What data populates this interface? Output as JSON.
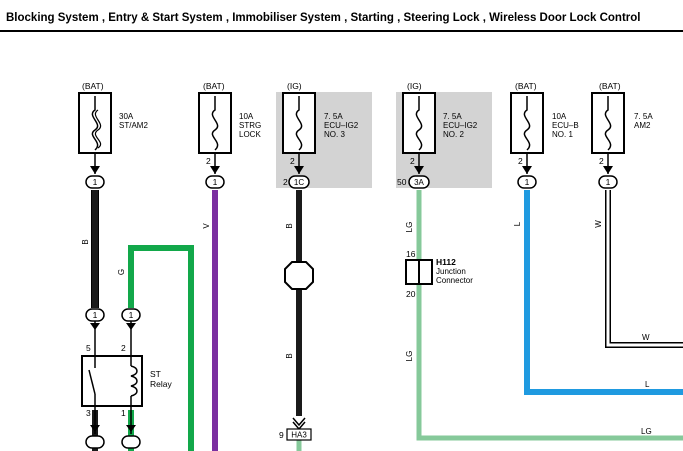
{
  "title": "Blocking System , Entry & Start System , Immobiliser System , Starting , Steering Lock , Wireless Door Lock Control",
  "colors": {
    "B": "#1a1a1a",
    "V": "#7b2fa0",
    "G": "#12a84a",
    "LG": "#86c99a",
    "L": "#1f9ae0",
    "W": "#ffffff",
    "shade": "#d3d3d3"
  },
  "fuses": [
    {
      "source": "(BAT)",
      "rating": "30A",
      "name1": "ST/AM2",
      "name2": "",
      "name3": "",
      "pin": "",
      "connector": "1",
      "conn_label": ""
    },
    {
      "source": "(BAT)",
      "rating": "10A",
      "name1": "STRG",
      "name2": "LOCK",
      "name3": "",
      "pin": "2",
      "connector": "1",
      "conn_label": ""
    },
    {
      "source": "(IG)",
      "rating": "7. 5A",
      "name1": "ECU–IG2",
      "name2": "NO. 3",
      "name3": "",
      "pin": "2",
      "connector": "1C",
      "conn_label": "2"
    },
    {
      "source": "(IG)",
      "rating": "7. 5A",
      "name1": "ECU–IG2",
      "name2": "NO. 2",
      "name3": "",
      "pin": "2",
      "connector": "3A",
      "conn_label": "50"
    },
    {
      "source": "(BAT)",
      "rating": "10A",
      "name1": "ECU–B",
      "name2": "NO. 1",
      "name3": "",
      "pin": "2",
      "connector": "1",
      "conn_label": ""
    },
    {
      "source": "(BAT)",
      "rating": "7. 5A",
      "name1": "AM2",
      "name2": "",
      "name3": "",
      "pin": "2",
      "connector": "1",
      "conn_label": ""
    }
  ],
  "wires": {
    "b1": "B",
    "g": "G",
    "v": "V",
    "b3": "B",
    "b3_lower": "B",
    "lg": "LG",
    "lg_lower": "LG",
    "l": "L",
    "w": "W",
    "w_horizontal": "W",
    "l_horizontal": "L",
    "lg_horizontal": "LG"
  },
  "relay": {
    "label1": "ST",
    "label2": "Relay",
    "pin_tl": "5",
    "pin_tr": "2",
    "pin_bl": "3",
    "pin_br": "1",
    "conn_top_left": "1",
    "conn_top_right": "1"
  },
  "junction": {
    "id": "H112",
    "label1": "Junction",
    "label2": "Connector",
    "pin_top": "16",
    "pin_bottom": "20"
  },
  "connector_ha3": {
    "pin": "9",
    "label": "HA3"
  }
}
